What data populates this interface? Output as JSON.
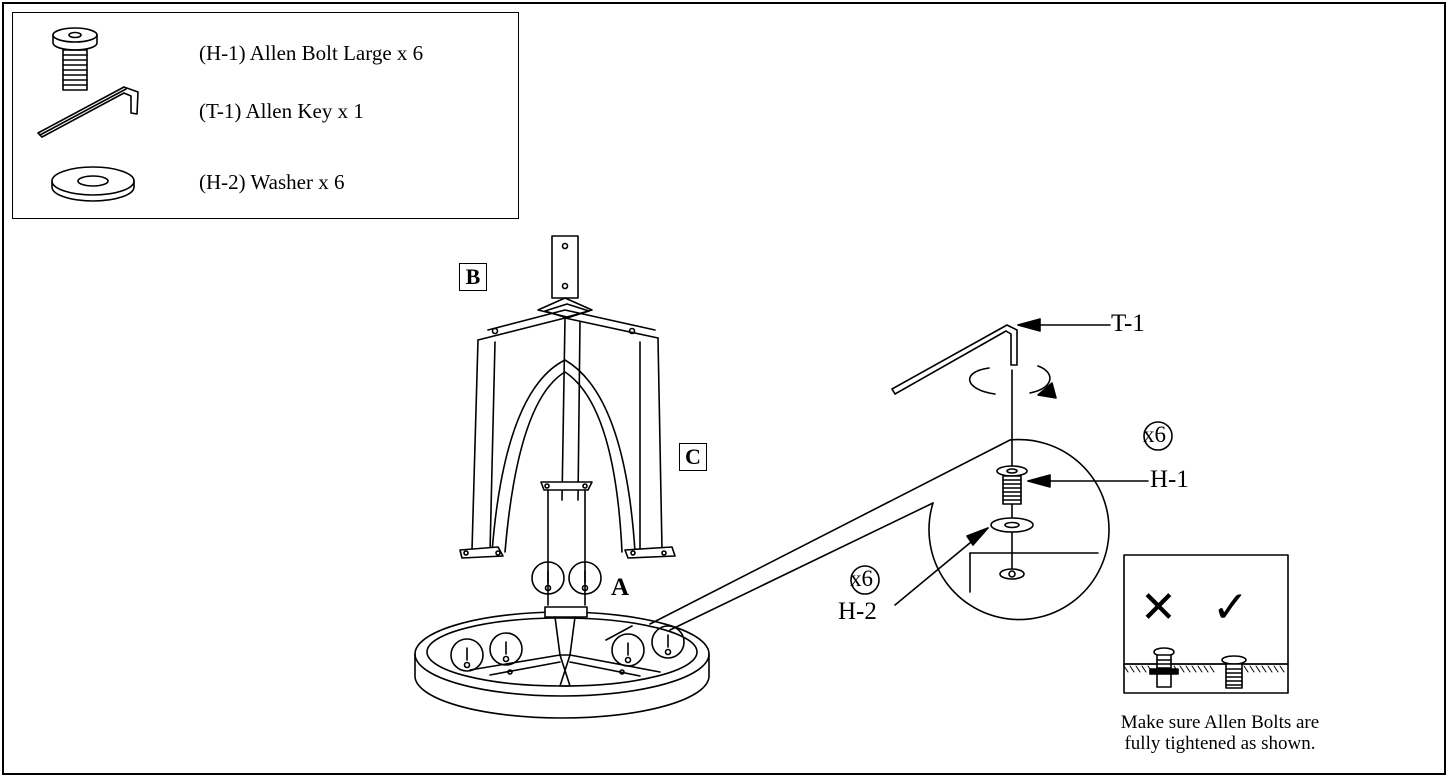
{
  "parts": [
    {
      "label": "(H-1) Allen Bolt Large x 6",
      "icon": "allen-bolt-icon"
    },
    {
      "label": "(T-1) Allen Key x 1",
      "icon": "allen-key-icon"
    },
    {
      "label": "(H-2) Washer x 6",
      "icon": "washer-icon"
    }
  ],
  "diagram": {
    "letter_b": "B",
    "letter_c": "C",
    "letter_a": "A",
    "callout_t1": "T-1",
    "callout_h1": "H-1",
    "callout_h2": "H-2",
    "qty_bolt": "x6",
    "qty_washer": "x6"
  },
  "check": {
    "wrong_mark": "✕",
    "right_mark": "✓",
    "note_line1": "Make sure Allen Bolts are",
    "note_line2": "fully tightened as shown."
  }
}
